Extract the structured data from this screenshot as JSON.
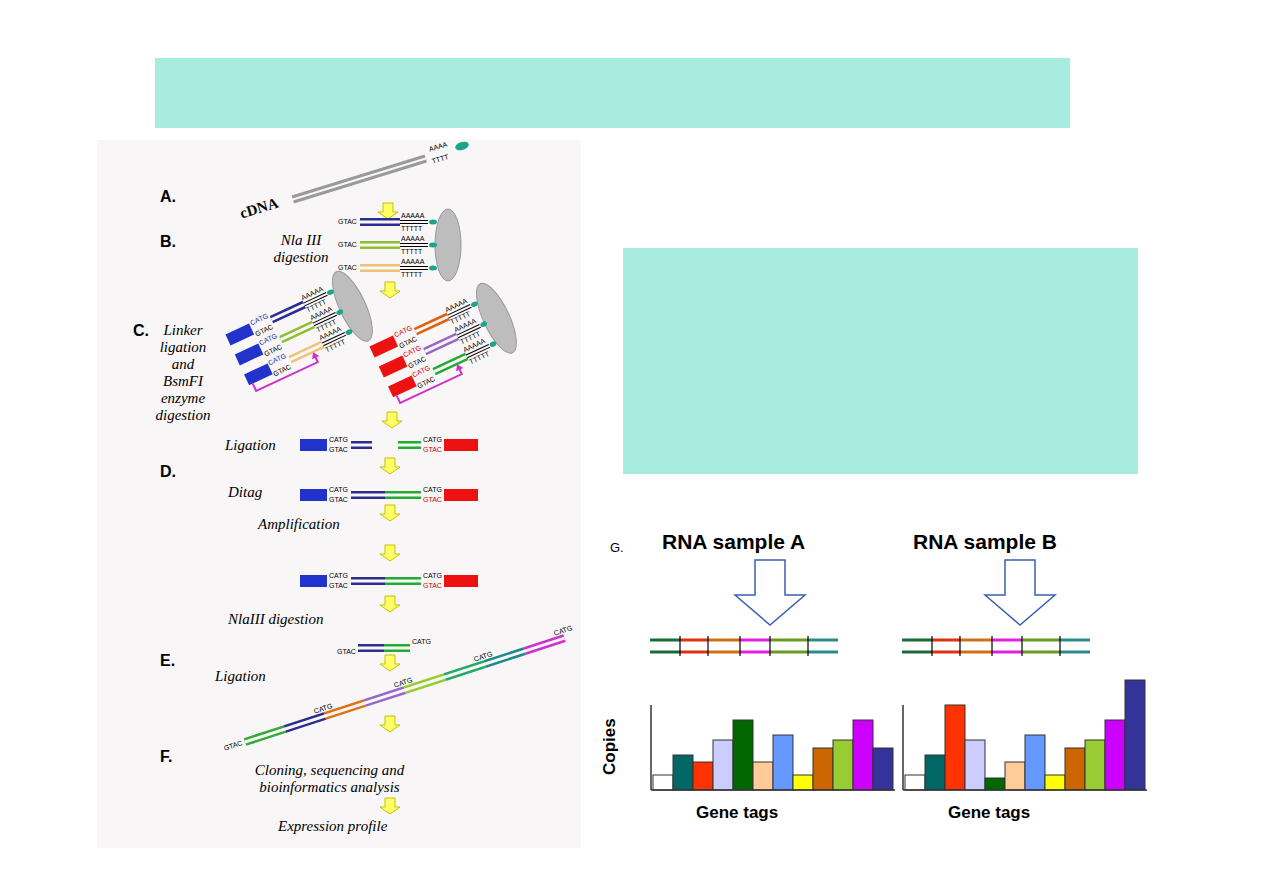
{
  "diagram": {
    "labels": [
      "A.",
      "cDNA",
      "AAAA",
      "TTTT",
      "B.",
      "GTAC",
      "AAAAA",
      "TTTTT",
      "GTAC",
      "AAAAA",
      "TTTTT",
      "GTAC",
      "AAAAA",
      "TTTTT",
      "Nla III digestion",
      "C.",
      "Linker ligation and BsmFI enzyme digestion",
      "CATG",
      "GTAC",
      "AAAAA",
      "TTTTT",
      "CATG",
      "GTAC",
      "AAAAA",
      "TTTTT",
      "CATG",
      "GTAC",
      "AAAAA",
      "TTTTT",
      "CATG",
      "GTAC",
      "AAAAA",
      "TTTTT",
      "CATG",
      "GTAC",
      "AAAAA",
      "TTTTT",
      "CATG",
      "GTAC",
      "AAAAA",
      "TTTTT",
      "Ligation",
      "CATG",
      "GTAC",
      "CATG",
      "GTAC",
      "D.",
      "Ditag",
      "CATG",
      "GTAC",
      "CATG",
      "GTAC",
      "Amplification",
      "CATG",
      "GTAC",
      "CATG",
      "GTAC",
      "NlaIII digestion",
      "GTAC",
      "CATG",
      "E.",
      "Ligation",
      "GTAC",
      "CATG",
      "CATG",
      "CATG",
      "CATG",
      "F.",
      "Cloning, sequencing and bioinformatics analysis",
      "Expression profile",
      "G.",
      "RNA sample A",
      "RNA sample B",
      "Copies",
      "Gene tags",
      "Gene tags"
    ]
  }
}
